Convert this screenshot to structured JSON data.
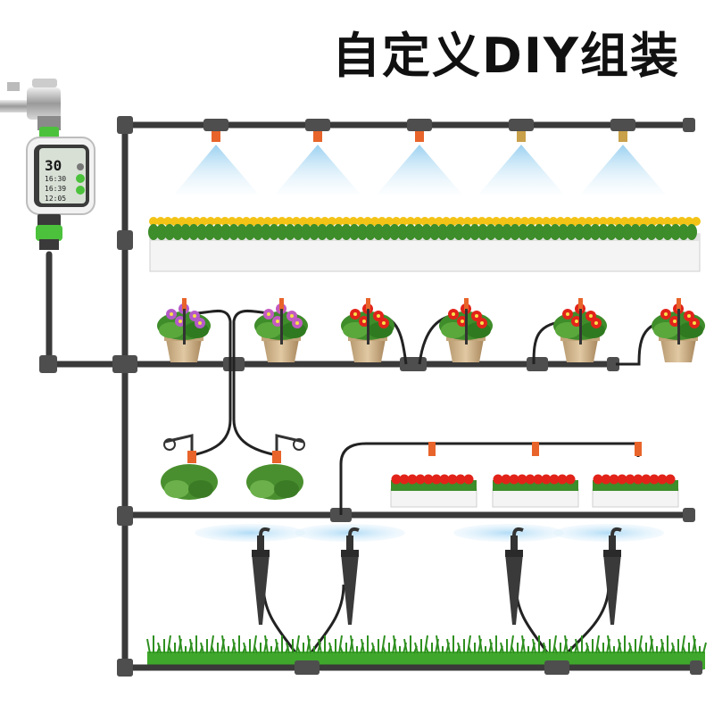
{
  "title": "自定义DIY组装",
  "timer_display": {
    "big": "30",
    "row1": "16:30",
    "row2": "16:39",
    "row3": "12:05"
  },
  "colors": {
    "pipe": "#3a3a3a",
    "fitting": "#555555",
    "nozzle": "#e8642a",
    "spray": "#9fd4f2",
    "timer_green": "#4cc23c",
    "yellow_flower": "#f3c316",
    "red_flower": "#e2231a",
    "grass": "#3fa72c"
  },
  "icons": [
    "faucet-icon",
    "timer-device",
    "misting-nozzle",
    "sprinkler-stake",
    "flower-pot",
    "hanging-basket",
    "planter-box",
    "grass-strip"
  ]
}
